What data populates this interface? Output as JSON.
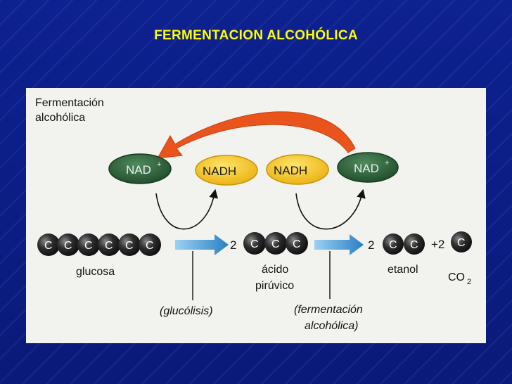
{
  "slide": {
    "title": "FERMENTACION ALCOHÓLICA"
  },
  "diagram": {
    "heading_line1": "Fermentación",
    "heading_line2": "alcohólica",
    "nad_left": "NAD",
    "nad_right": "NAD",
    "nad_sup": "+",
    "nadh_left": "NADH",
    "nadh_right": "NADH",
    "carbon": "C",
    "coef_pyruvate": "2",
    "coef_ethanol": "2",
    "coef_co2": "+2",
    "label_glucose": "glucosa",
    "label_pyruvate_1": "ácido",
    "label_pyruvate_2": "pirúvico",
    "label_ethanol": "etanol",
    "label_co2": "CO",
    "label_co2_sub": "2",
    "label_glycolysis": "(glucólisis)",
    "label_fermentation_1": "(fermentación",
    "label_fermentation_2": "alcohólica)",
    "colors": {
      "nad": "#2f5e3c",
      "nadh": "#f3c21a",
      "arrow_big": "#e8541c",
      "arrow_flow": "#3d8fd0",
      "carbon": "#2a2a2a"
    }
  }
}
